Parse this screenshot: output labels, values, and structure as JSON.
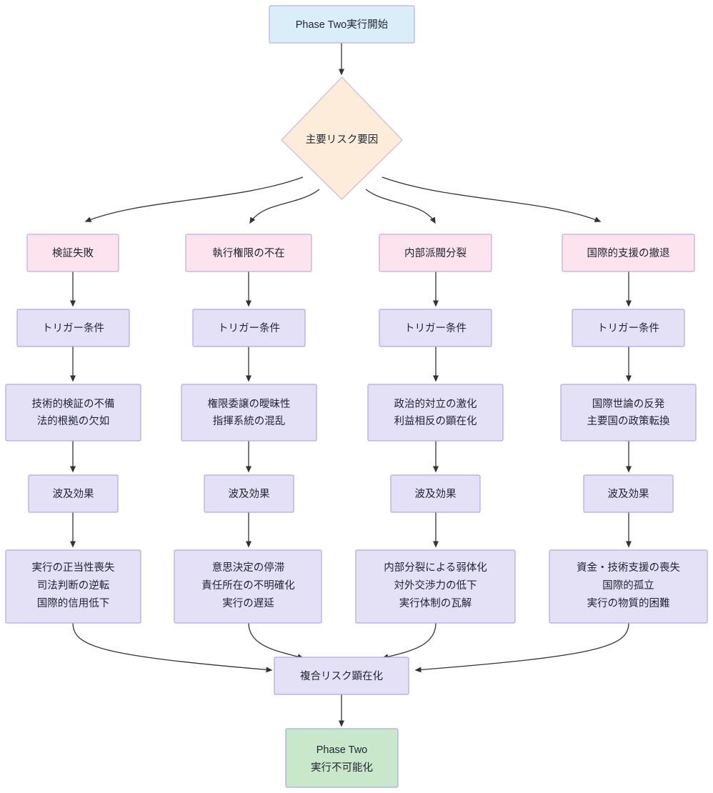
{
  "diagram": {
    "title_node": "Phase Two実行開始",
    "decision_node": "主要リスク要因",
    "converge_node": "複合リスク顕在化",
    "end_node_lines": [
      "Phase Two",
      "実行不可能化"
    ],
    "trigger_label": "トリガー条件",
    "ripple_label": "波及効果",
    "branches": [
      {
        "risk": "検証失敗",
        "trigger": "トリガー条件",
        "causes": [
          "技術的検証の不備",
          "法的根拠の欠如"
        ],
        "ripple": "波及効果",
        "outcomes": [
          "実行の正当性喪失",
          "司法判断の逆転",
          "国際的信用低下"
        ]
      },
      {
        "risk": "執行権限の不在",
        "trigger": "トリガー条件",
        "causes": [
          "権限委譲の曖昧性",
          "指揮系統の混乱"
        ],
        "ripple": "波及効果",
        "outcomes": [
          "意思決定の停滞",
          "責任所在の不明確化",
          "実行の遅延"
        ]
      },
      {
        "risk": "内部派閥分裂",
        "trigger": "トリガー条件",
        "causes": [
          "政治的対立の激化",
          "利益相反の顕在化"
        ],
        "ripple": "波及効果",
        "outcomes": [
          "内部分裂による弱体化",
          "対外交渉力の低下",
          "実行体制の瓦解"
        ]
      },
      {
        "risk": "国際的支援の撤退",
        "trigger": "トリガー条件",
        "causes": [
          "国際世論の反発",
          "主要国の政策転換"
        ],
        "ripple": "波及効果",
        "outcomes": [
          "資金・技術支援の喪失",
          "国際的孤立",
          "実行の物質的困難"
        ]
      }
    ]
  },
  "colors": {
    "start_fill": "#daeefa",
    "start_stroke": "#b9aede",
    "decision_fill": "#fcecd9",
    "decision_stroke": "#c9b8de",
    "risk_fill": "#fce3ed",
    "risk_stroke": "#c3abd6",
    "process_fill": "#e4e1f7",
    "process_stroke": "#b0a8de",
    "end_fill": "#c9e7cb",
    "end_stroke": "#b0a8de",
    "edge_stroke": "#333333",
    "text": "#1f2430",
    "background": "#ffffff"
  }
}
